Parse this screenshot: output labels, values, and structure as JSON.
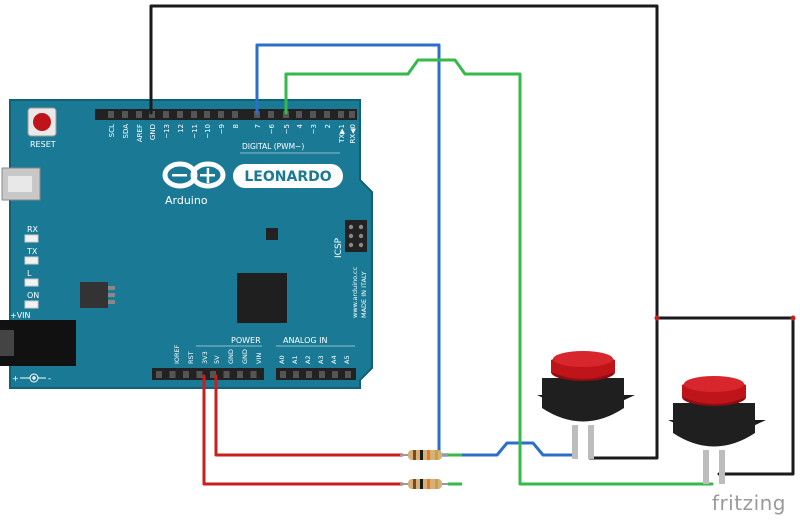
{
  "board": {
    "reset_label": "RESET",
    "top_pins": [
      "SCL",
      "SDA",
      "AREF",
      "GND",
      "~13",
      "12",
      "~11",
      "~10",
      "~9",
      "8",
      "7",
      "~6",
      "~5",
      "4",
      "~3",
      "2",
      "TX▶1",
      "RX◀0"
    ],
    "digital_label": "DIGITAL (PWM~)",
    "name": "LEONARDO",
    "brand": "Arduino",
    "icsp_label": "ICSP",
    "led_labels": [
      "RX",
      "TX",
      "L",
      "ON"
    ],
    "vin_label": "+VIN",
    "power_label": "POWER",
    "analog_label": "ANALOG IN",
    "power_pins": [
      "IOREF",
      "RST",
      "3V3",
      "5V",
      "GND",
      "GND",
      "VIN"
    ],
    "analog_pins": [
      "A0",
      "A1",
      "A2",
      "A3",
      "A4",
      "A5"
    ],
    "side_text": [
      "www.arduino.cc",
      "MADE IN ITALY"
    ]
  },
  "colors": {
    "board": "#1a7a96",
    "wire_black": "#1a1a1a",
    "wire_blue": "#2a6fc9",
    "wire_green": "#34b94a",
    "wire_red": "#c81e1e",
    "button_cap": "#c0141b"
  },
  "footer": {
    "brand": "fritzing"
  }
}
